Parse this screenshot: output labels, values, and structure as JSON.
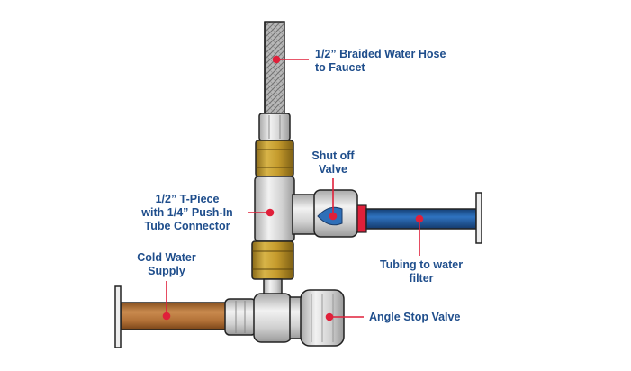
{
  "labels": {
    "braided_hose": [
      "1/2” Braided Water Hose",
      "to Faucet"
    ],
    "shut_off_valve": [
      "Shut off",
      "Valve"
    ],
    "t_piece": [
      "1/2” T-Piece",
      "with 1/4” Push-In",
      "Tube Connector"
    ],
    "cold_water": [
      "Cold Water",
      "Supply"
    ],
    "tubing": [
      "Tubing to water",
      "filter"
    ],
    "angle_stop": [
      "Angle Stop Valve"
    ]
  },
  "colors": {
    "label_text": "#1f4e8c",
    "callout_line": "#e0203a",
    "brass": "#c9a233",
    "copper": "#b87333",
    "blue_tubing": "#1f5fa8",
    "chrome": "#d9d9d9",
    "outline": "#222222"
  },
  "icons": [
    "braided-hose",
    "compression-nut",
    "t-piece",
    "shut-off-valve",
    "push-in-connector",
    "water-tube",
    "copper-pipe",
    "angle-stop-valve"
  ]
}
